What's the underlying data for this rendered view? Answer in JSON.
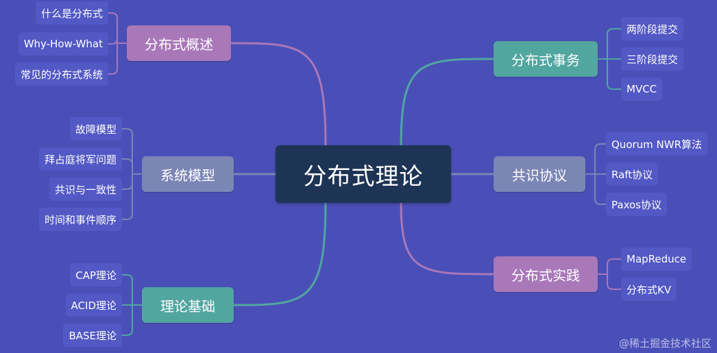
{
  "center": {
    "label": "分布式理论"
  },
  "colors": {
    "background": "#4a4fb8",
    "center": "#1d3454",
    "purple": "#a978b9",
    "teal": "#52a6a0",
    "gray": "#7b86b5",
    "leaf": "#5258c4"
  },
  "branches": [
    {
      "key": "overview",
      "label": "分布式概述",
      "color": "purple",
      "leaves": [
        "什么是分布式",
        "Why-How-What",
        "常见的分布式系统"
      ]
    },
    {
      "key": "model",
      "label": "系统模型",
      "color": "gray",
      "leaves": [
        "故障模型",
        "拜占庭将军问题",
        "共识与一致性",
        "时间和事件顺序"
      ]
    },
    {
      "key": "theory",
      "label": "理论基础",
      "color": "teal",
      "leaves": [
        "CAP理论",
        "ACID理论",
        "BASE理论"
      ]
    },
    {
      "key": "transaction",
      "label": "分布式事务",
      "color": "teal",
      "leaves": [
        "两阶段提交",
        "三阶段提交",
        "MVCC"
      ]
    },
    {
      "key": "consensus",
      "label": "共识协议",
      "color": "gray",
      "leaves": [
        "Quorum NWR算法",
        "Raft协议",
        "Paxos协议"
      ]
    },
    {
      "key": "practice",
      "label": "分布式实践",
      "color": "purple",
      "leaves": [
        "MapReduce",
        "分布式KV"
      ]
    }
  ],
  "watermark": {
    "text": "@稀土掘金技术社区"
  }
}
